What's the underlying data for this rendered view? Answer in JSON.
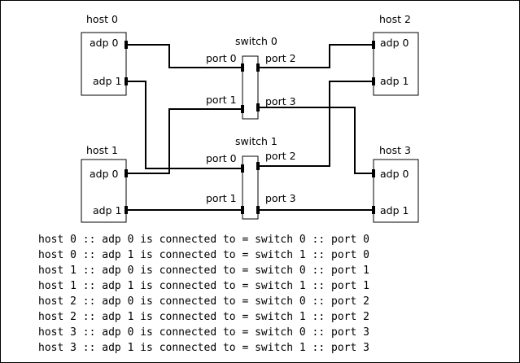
{
  "hosts": [
    {
      "label": "host 0",
      "adp0": "adp 0",
      "adp1": "adp 1"
    },
    {
      "label": "host 1",
      "adp0": "adp 0",
      "adp1": "adp 1"
    },
    {
      "label": "host 2",
      "adp0": "adp 0",
      "adp1": "adp 1"
    },
    {
      "label": "host 3",
      "adp0": "adp 0",
      "adp1": "adp 1"
    }
  ],
  "switches": [
    {
      "label": "switch 0",
      "ports": [
        "port 0",
        "port 1",
        "port 2",
        "port 3"
      ]
    },
    {
      "label": "switch 1",
      "ports": [
        "port 0",
        "port 1",
        "port 2",
        "port 3"
      ]
    }
  ],
  "connections": [
    "host 0 :: adp 0 is connected to = switch 0 :: port 0",
    "host 0 :: adp 1 is connected to = switch 1 :: port 0",
    "host 1 :: adp 0 is connected to = switch 0 :: port 1",
    "host 1 :: adp 1 is connected to = switch 1 :: port 1",
    "host 2 :: adp 0 is connected to = switch 0 :: port 2",
    "host 2 :: adp 1 is connected to = switch 1 :: port 2",
    "host 3 :: adp 0 is connected to = switch 0 :: port 3",
    "host 3 :: adp 1 is connected to = switch 1 :: port 3"
  ]
}
